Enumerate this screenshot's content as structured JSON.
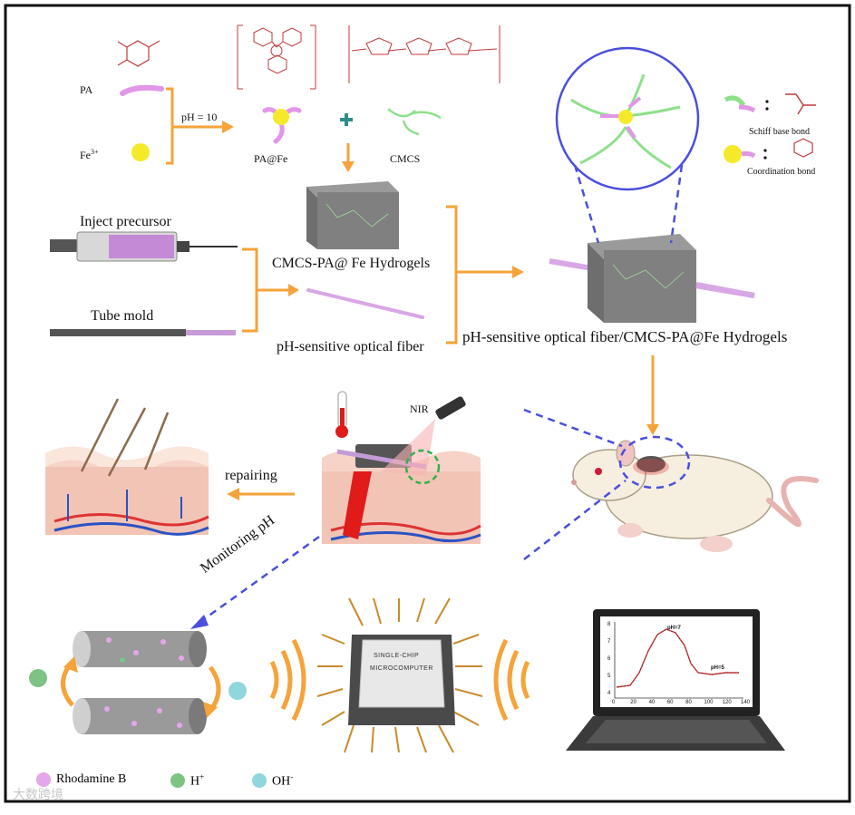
{
  "labels": {
    "pa": "PA",
    "fe": "Fe",
    "fe_sup": "3+",
    "ph10": "pH = 10",
    "pafe": "PA@Fe",
    "cmcs": "CMCS",
    "inject": "Inject precursor",
    "tube": "Tube mold",
    "hydrogels": "CMCS-PA@ Fe Hydrogels",
    "fiber": "pH-sensitive optical fiber",
    "composite": "pH-sensitive optical fiber/CMCS-PA@Fe Hydrogels",
    "schiff": "Schiff base bond",
    "coord": "Coordination bond",
    "nir": "NIR",
    "repairing": "repairing",
    "monitoring": "Monitoring pH",
    "chip_line1": "SINGLE-CHIP",
    "chip_line2": "MICROCOMPUTER"
  },
  "legend": [
    {
      "label": "Rhodamine B",
      "color": "#e6a6ea"
    },
    {
      "label": "H",
      "sup": "+",
      "color": "#7dc383"
    },
    {
      "label": "OH",
      "sup": "-",
      "color": "#8fd6dd"
    }
  ],
  "screen_chart": {
    "x_ticks": [
      "0",
      "20",
      "40",
      "60",
      "80",
      "100",
      "120",
      "140"
    ],
    "y_ticks": [
      "4",
      "5",
      "6",
      "7",
      "8"
    ],
    "annotations": [
      "pH=7",
      "pH=5"
    ]
  },
  "watermark": "大数跨境",
  "colors": {
    "orange": "#f5a33a",
    "dash_blue": "#4a4fdc",
    "purple": "#e196e8",
    "yellow": "#f5ea2a",
    "green": "#8ee08a",
    "red_chem": "#c0393b"
  }
}
